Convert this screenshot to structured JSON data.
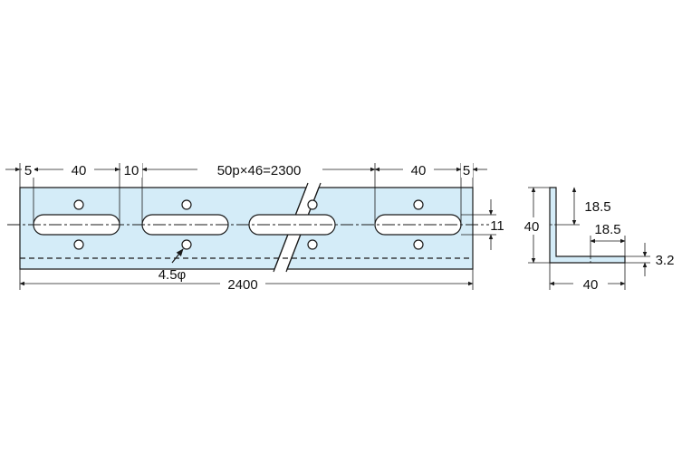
{
  "colors": {
    "plate_fill": "#d4ecf8",
    "line": "#1a1a1a"
  },
  "front_view": {
    "dim_end_left": "5",
    "dim_slot_left": "40",
    "dim_gap": "10",
    "dim_pitch": "50p×46=2300",
    "dim_slot_right": "40",
    "dim_end_right": "5",
    "dim_slot_width": "11",
    "hole_label": "4.5φ",
    "dim_total_length": "2400"
  },
  "section_view": {
    "dim_height": "40",
    "dim_vertical_hole": "18.5",
    "dim_horizontal_hole": "18.5",
    "dim_thickness": "3.2",
    "dim_width": "40"
  }
}
